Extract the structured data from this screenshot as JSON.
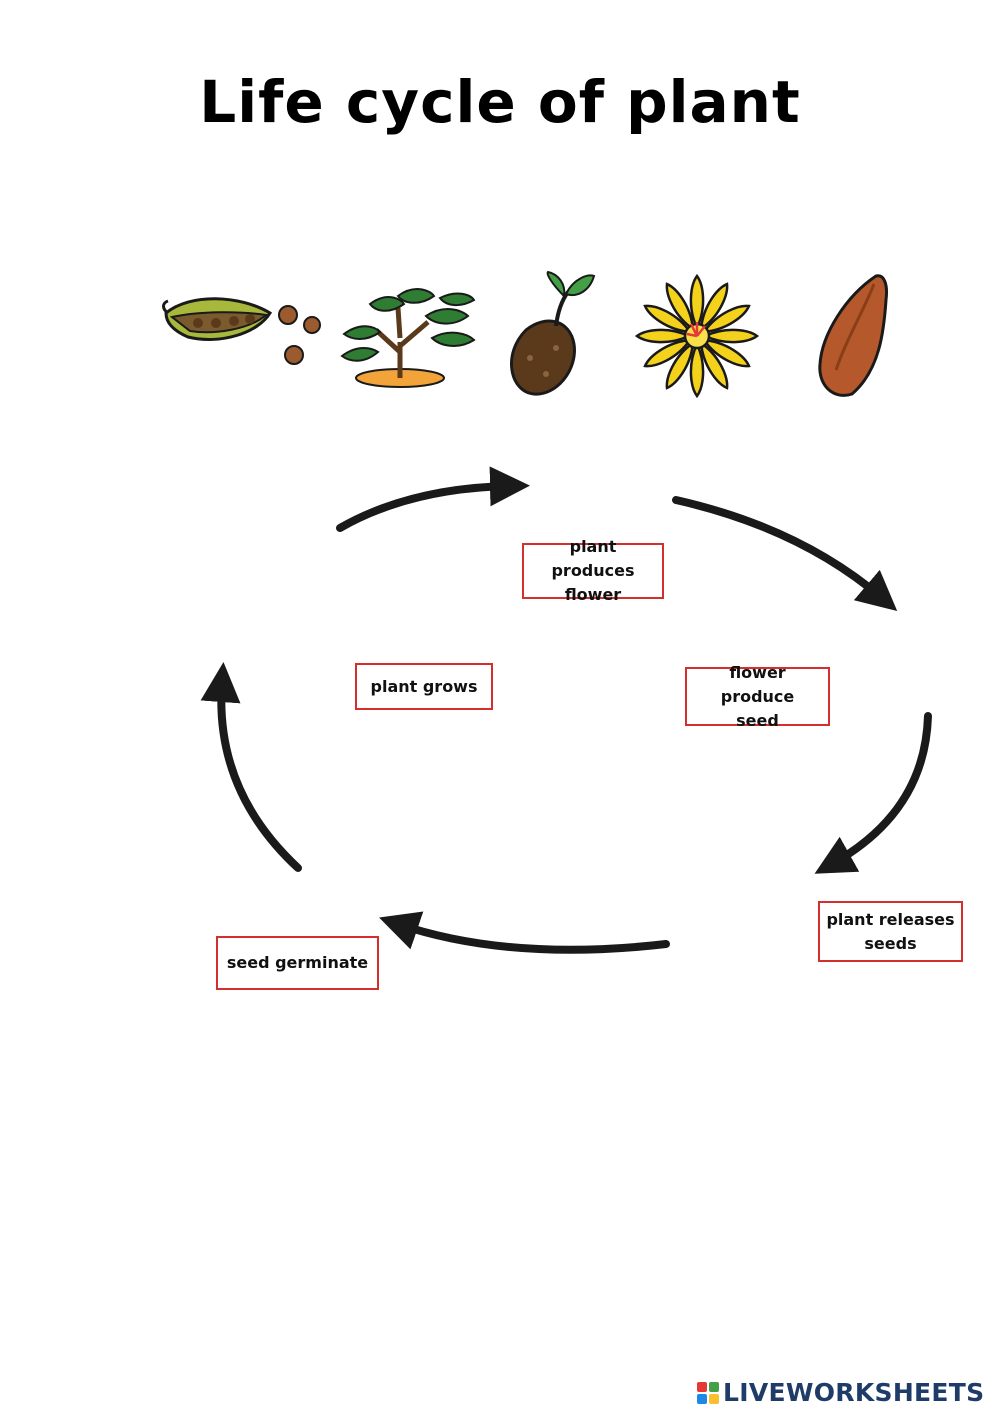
{
  "title": "Life cycle of plant",
  "stage_images": [
    {
      "icon": "seed-pod-icon"
    },
    {
      "icon": "young-plant-icon"
    },
    {
      "icon": "sprouting-seed-icon"
    },
    {
      "icon": "flower-icon"
    },
    {
      "icon": "seed-icon"
    }
  ],
  "labels": {
    "plant_produces_flower": "plant produces\nflower",
    "plant_grows": "plant grows",
    "flower_produce_seed": "flower produce\nseed",
    "plant_releases_seeds": "plant releases\nseeds",
    "seed_germinate": "seed germinate"
  },
  "footer": {
    "brand": "LIVEWORKSHEETS"
  },
  "colors": {
    "label_border": "#d32f2f",
    "arrow": "#1a1a1a",
    "pod": "#a8b83a",
    "leaf": "#2e7d32",
    "flower": "#f4d21c",
    "seed": "#b5582b",
    "brand": "#1f3b68"
  }
}
